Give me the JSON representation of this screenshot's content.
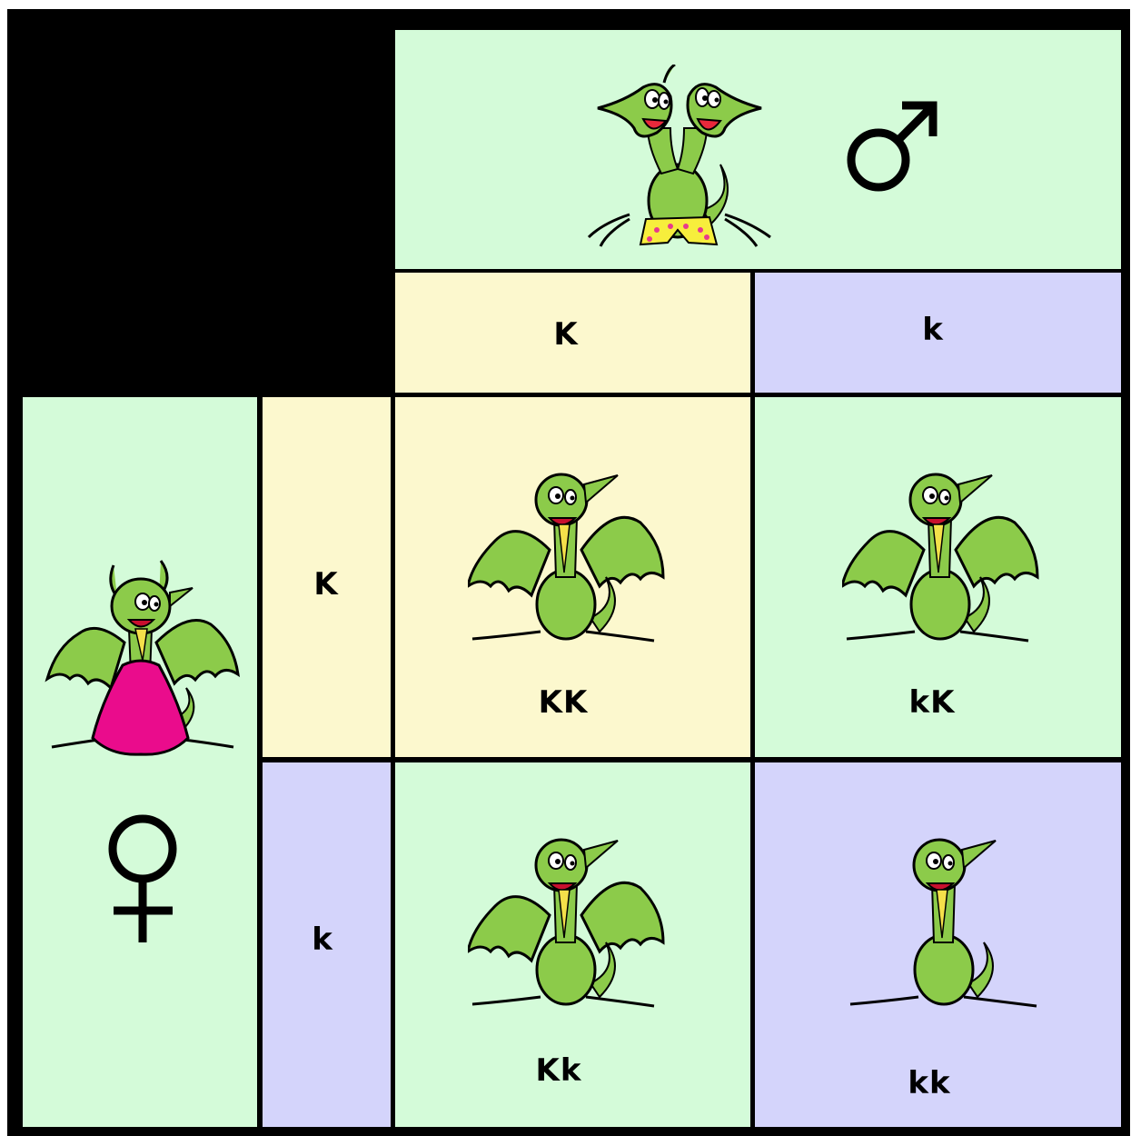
{
  "punnett": {
    "male_parent": {
      "name": "male-dragon",
      "symbol": "♂"
    },
    "female_parent": {
      "name": "female-dragon",
      "symbol": "♀"
    },
    "male_gametes": [
      "K",
      "k"
    ],
    "female_gametes": [
      "K",
      "k"
    ],
    "offspring": [
      {
        "genotype": "KK",
        "phenotype": "winged-dragon"
      },
      {
        "genotype": "kK",
        "phenotype": "winged-dragon"
      },
      {
        "genotype": "Kk",
        "phenotype": "winged-dragon"
      },
      {
        "genotype": "kk",
        "phenotype": "wingless-dragon"
      }
    ]
  },
  "colors": {
    "frame": "#000000",
    "parent_cell": "#d4fbd9",
    "dominant_cell": "#fcf8ce",
    "recessive_cell": "#d4d4fb",
    "dragon": "#8ccb4a",
    "dress": "#ea0c8c",
    "flame": "#f4e04a",
    "shorts": "#f7ee3c"
  }
}
